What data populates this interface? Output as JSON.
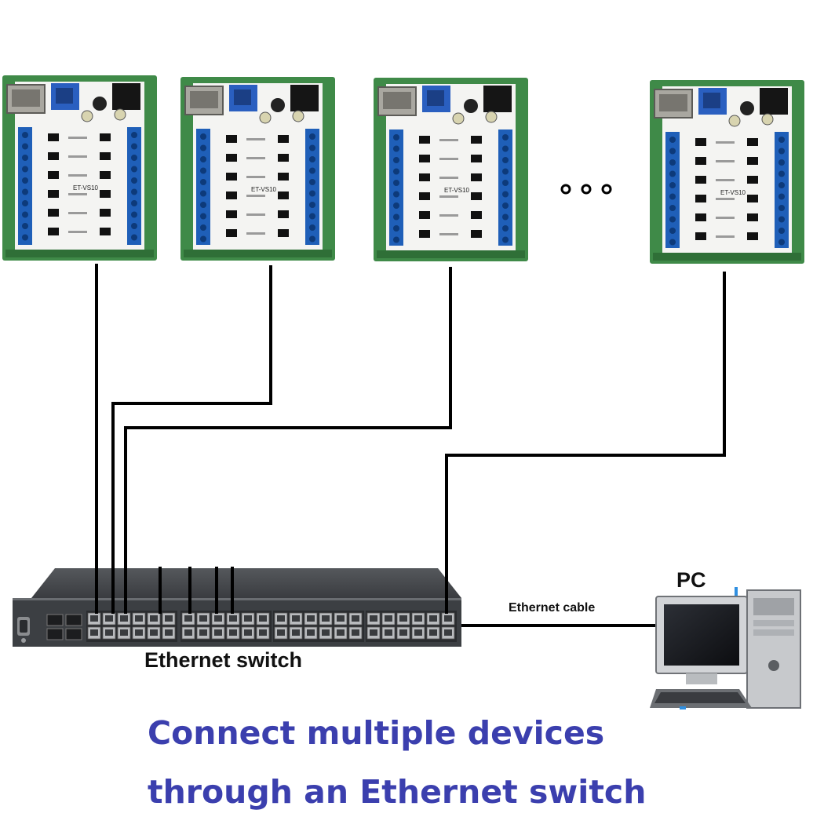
{
  "labels": {
    "pc": "PC",
    "ethernet_cable": "Ethernet cable",
    "ethernet_switch": "Ethernet switch",
    "more_devices": "• • •"
  },
  "caption": {
    "line1": "Connect multiple devices",
    "line2": "through an Ethernet switch"
  },
  "devices": [
    {
      "id": "device-1",
      "model": "ET-VS10"
    },
    {
      "id": "device-2",
      "model": "ET-VS10"
    },
    {
      "id": "device-3",
      "model": "ET-VS10"
    },
    {
      "id": "device-4",
      "model": "ET-VS10"
    }
  ],
  "colors": {
    "board_white": "#f4f4f2",
    "rail_green": "#3f8a48",
    "terminal_blue": "#1f5fb8",
    "switch_body": "#3f4246",
    "cable": "#000000",
    "caption": "#3b3fae"
  }
}
